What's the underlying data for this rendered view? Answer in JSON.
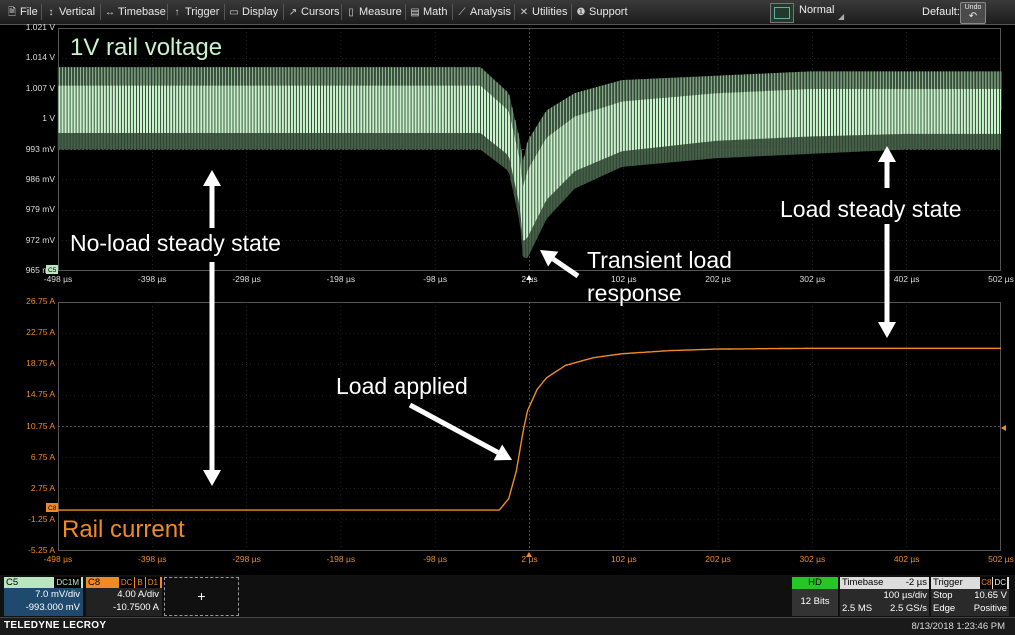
{
  "menu": {
    "items": [
      {
        "label": "File",
        "icon": "file-icon",
        "glyph": "🗎"
      },
      {
        "label": "Vertical",
        "icon": "vertical-arrows-icon",
        "glyph": "↕"
      },
      {
        "label": "Timebase",
        "icon": "horizontal-arrows-icon",
        "glyph": "↔"
      },
      {
        "label": "Trigger",
        "icon": "trigger-edge-icon",
        "glyph": "↑"
      },
      {
        "label": "Display",
        "icon": "display-icon",
        "glyph": "▭"
      },
      {
        "label": "Cursors",
        "icon": "cursor-icon",
        "glyph": "↗"
      },
      {
        "label": "Measure",
        "icon": "measure-icon",
        "glyph": "▯"
      },
      {
        "label": "Math",
        "icon": "math-icon",
        "glyph": "▤"
      },
      {
        "label": "Analysis",
        "icon": "analysis-chart-icon",
        "glyph": "⟋"
      },
      {
        "label": "Utilities",
        "icon": "utilities-tools-icon",
        "glyph": "✕"
      },
      {
        "label": "Support",
        "icon": "info-icon",
        "glyph": "❶"
      }
    ],
    "trigger_mode": "Normal",
    "default_label": "Default",
    "undo_label": "Undo"
  },
  "colors": {
    "voltage_trace": "#c9f3cc",
    "voltage_envelope": "#4d6a50",
    "current_trace": "#f08a24",
    "voltage_text": "#c9f3cc",
    "current_text": "#f08a24",
    "grid": "#3d3d3d",
    "c5_badge": "#b9e5bf",
    "c8_badge": "#f08a24",
    "hd_badge": "#26c629"
  },
  "top_panel": {
    "y_labels": [
      "1.021 V",
      "1.014 V",
      "1.007 V",
      "1 V",
      "993 mV",
      "986 mV",
      "979 mV",
      "972 mV",
      "965 mV"
    ],
    "x_labels": [
      "-498 µs",
      "-398 µs",
      "-298 µs",
      "-198 µs",
      "-98 µs",
      "2 µs",
      "102 µs",
      "202 µs",
      "302 µs",
      "402 µs",
      "502 µs"
    ],
    "channel_marker": "C5"
  },
  "bottom_panel": {
    "y_labels": [
      "26.75 A",
      "22.75 A",
      "18.75 A",
      "14.75 A",
      "10.75 A",
      "6.75 A",
      "2.75 A",
      "-1.25 A",
      "-5.25 A"
    ],
    "x_labels": [
      "-498 µs",
      "-398 µs",
      "-298 µs",
      "-198 µs",
      "-98 µs",
      "2 µs",
      "102 µs",
      "202 µs",
      "302 µs",
      "402 µs",
      "502 µs"
    ],
    "channel_marker": "C8"
  },
  "chart_data": [
    {
      "type": "line",
      "series": [
        {
          "name": "1V rail voltage"
        }
      ],
      "x_unit": "µs",
      "xlim": [
        -498,
        502
      ],
      "ylim": [
        0.965,
        1.021
      ],
      "y_unit": "V",
      "x": [
        -498,
        -100,
        -50,
        -20,
        -8,
        -5,
        0,
        20,
        50,
        100,
        200,
        300,
        400,
        502
      ],
      "y_center": [
        1.0025,
        1.0025,
        1.0025,
        0.997,
        0.985,
        0.977,
        0.98,
        0.988,
        0.994,
        0.998,
        1.001,
        1.002,
        1.002,
        1.002
      ],
      "y_envelope_upper": [
        1.012,
        1.012,
        1.012,
        1.006,
        0.995,
        0.99,
        0.995,
        1.002,
        1.006,
        1.009,
        1.01,
        1.011,
        1.011,
        1.011
      ],
      "y_envelope_lower": [
        0.993,
        0.993,
        0.993,
        0.988,
        0.976,
        0.968,
        0.968,
        0.977,
        0.984,
        0.989,
        0.991,
        0.992,
        0.993,
        0.993
      ]
    },
    {
      "type": "line",
      "series": [
        {
          "name": "Rail current"
        }
      ],
      "x_unit": "µs",
      "xlim": [
        -498,
        502
      ],
      "ylim": [
        -5.25,
        26.75
      ],
      "y_unit": "A",
      "x": [
        -498,
        -30,
        -20,
        -12,
        -5,
        0,
        10,
        20,
        40,
        70,
        100,
        150,
        200,
        250,
        300,
        400,
        502
      ],
      "y": [
        0.0,
        0.0,
        1.5,
        5.0,
        10.0,
        12.8,
        15.5,
        17.0,
        18.6,
        19.6,
        20.1,
        20.5,
        20.7,
        20.75,
        20.8,
        20.8,
        20.8
      ]
    }
  ],
  "annotations": {
    "top_title": "1V rail voltage",
    "no_load": "No-load steady state",
    "transient_line1": "Transient load",
    "transient_line2": "response",
    "load_steady": "Load steady state",
    "load_applied": "Load applied",
    "bottom_title": "Rail current"
  },
  "channels": {
    "c5": {
      "name": "C5",
      "coupling": "DC1M",
      "scale": "7.0 mV/div",
      "offset": "-993.000 mV"
    },
    "c8": {
      "name": "C8",
      "coupling": "DC",
      "flag_b": "B",
      "flag_d": "D1",
      "scale": "4.00 A/div",
      "offset": "-10.7500 A"
    },
    "add_label": "+"
  },
  "acquisition": {
    "hd": "HD",
    "bits": "12 Bits",
    "timebase_label": "Timebase",
    "timebase_delay": "-2 µs",
    "timebase_div": "100 µs/div",
    "memory": "2.5 MS",
    "rate": "2.5 GS/s",
    "trigger_label": "Trigger",
    "trigger_ch": "C8",
    "trigger_coupling": "DC",
    "trigger_state": "Stop",
    "trigger_level": "10.65 V",
    "trigger_type": "Edge",
    "trigger_slope": "Positive"
  },
  "footer": {
    "brand": "TELEDYNE LECROY",
    "timestamp": "8/13/2018 1:23:46 PM"
  }
}
